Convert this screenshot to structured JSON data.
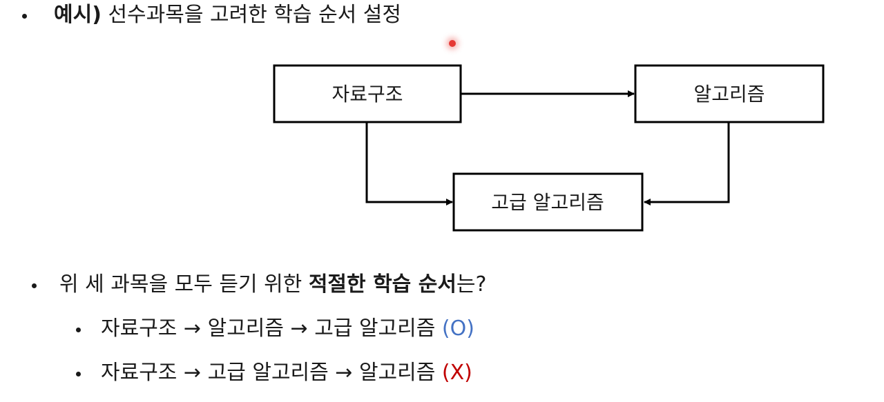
{
  "intro": {
    "bold": "예시)",
    "rest": " 선수과목을 고려한 학습 순서 설정"
  },
  "diagram": {
    "nodes": {
      "data_structures": "자료구조",
      "algorithms": "알고리즘",
      "advanced_algorithms": "고급 알고리즘"
    }
  },
  "question": {
    "pre": "위 세 과목을 모두 듣기 위한 ",
    "bold": "적절한 학습 순서",
    "post": "는?"
  },
  "answers": [
    {
      "text": "자료구조 → 알고리즘 → 고급 알고리즘 ",
      "mark": "(O)",
      "mark_color": "#4472c4"
    },
    {
      "text": "자료구조 → 고급 알고리즘 → 알고리즘 ",
      "mark": "(X)",
      "mark_color": "#c00000"
    }
  ]
}
